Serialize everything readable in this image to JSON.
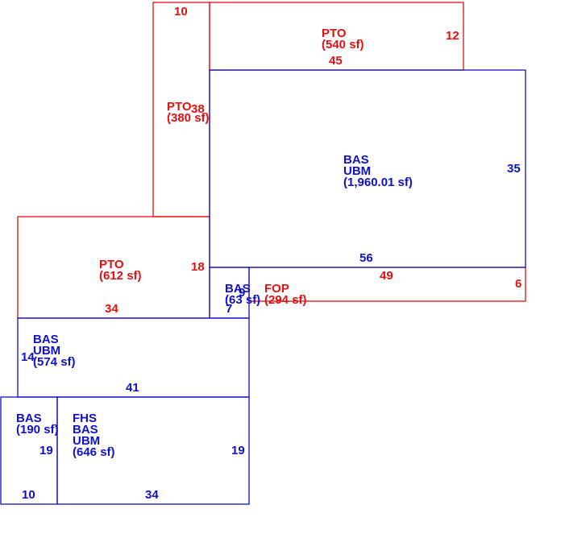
{
  "colors": {
    "blue": "#1010c8",
    "red": "#e01010",
    "background": "#ffffff"
  },
  "areas": [
    {
      "id": "pto-top",
      "color": "red",
      "lines": [
        "PTO",
        "(540 sf)"
      ]
    },
    {
      "id": "pto-left",
      "color": "red",
      "lines": [
        "PTO",
        "(380 sf)"
      ]
    },
    {
      "id": "bas-main",
      "color": "blue",
      "lines": [
        "BAS",
        "UBM",
        "(1,960.01 sf)"
      ]
    },
    {
      "id": "pto-mid",
      "color": "red",
      "lines": [
        "PTO",
        "(612 sf)"
      ]
    },
    {
      "id": "bas-small",
      "color": "blue",
      "lines": [
        "BAS",
        "(63 sf)"
      ]
    },
    {
      "id": "fop",
      "color": "red",
      "lines": [
        "FOP",
        "(294 sf)"
      ]
    },
    {
      "id": "bas-574",
      "color": "blue",
      "lines": [
        "BAS",
        "UBM",
        "(574 sf)"
      ]
    },
    {
      "id": "bas-190",
      "color": "blue",
      "lines": [
        "BAS",
        "(190 sf)"
      ]
    },
    {
      "id": "fhs-646",
      "color": "blue",
      "lines": [
        "FHS",
        "BAS",
        "UBM",
        "(646 sf)"
      ]
    }
  ],
  "dimensions": [
    {
      "id": "d10-top",
      "color": "red",
      "text": "10"
    },
    {
      "id": "d12",
      "color": "red",
      "text": "12"
    },
    {
      "id": "d45",
      "color": "red",
      "text": "45"
    },
    {
      "id": "d38",
      "color": "red",
      "text": "38"
    },
    {
      "id": "d35",
      "color": "blue",
      "text": "35"
    },
    {
      "id": "d56",
      "color": "blue",
      "text": "56"
    },
    {
      "id": "d18",
      "color": "red",
      "text": "18"
    },
    {
      "id": "d49",
      "color": "red",
      "text": "49"
    },
    {
      "id": "d6",
      "color": "red",
      "text": "6"
    },
    {
      "id": "d34-red",
      "color": "red",
      "text": "34"
    },
    {
      "id": "d9",
      "color": "blue",
      "text": "9"
    },
    {
      "id": "d7",
      "color": "blue",
      "text": "7"
    },
    {
      "id": "d14",
      "color": "blue",
      "text": "14"
    },
    {
      "id": "d41",
      "color": "blue",
      "text": "41"
    },
    {
      "id": "d19-left",
      "color": "blue",
      "text": "19"
    },
    {
      "id": "d19-right",
      "color": "blue",
      "text": "19"
    },
    {
      "id": "d10-bottom",
      "color": "blue",
      "text": "10"
    },
    {
      "id": "d34-blue",
      "color": "blue",
      "text": "34"
    }
  ]
}
